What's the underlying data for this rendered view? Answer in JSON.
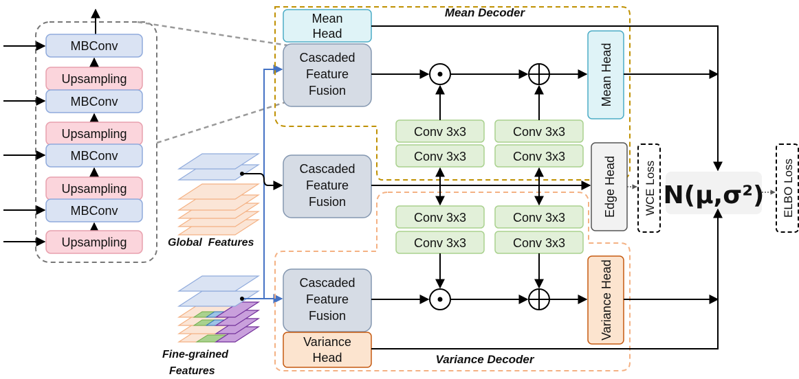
{
  "backbone": {
    "mbconv_label": "MBConv",
    "upsampling_label": "Upsampling"
  },
  "mean_decoder": {
    "title": "Mean Decoder",
    "mean_head_top": [
      "Mean",
      "Head"
    ],
    "mean_head_right": "Mean Head"
  },
  "variance_decoder": {
    "title": "Variance Decoder",
    "variance_head_bottom": [
      "Variance",
      "Head"
    ],
    "variance_head_right": "Variance Head"
  },
  "fusion_label": [
    "Cascaded",
    "Feature",
    "Fusion"
  ],
  "conv_label": "Conv 3x3",
  "edge_head": "Edge Head",
  "wce_loss": "WCE Loss",
  "elbo_loss": "ELBO Loss",
  "distribution": "N(μ,σ²)",
  "global_features": "Global  Features",
  "fine_grained_features": [
    "Fine-grained",
    "Features"
  ],
  "colors": {
    "mbconv_fill": "#dae3f3",
    "mbconv_stroke": "#8faadc",
    "upsampling_fill": "#fbd5dc",
    "upsampling_stroke": "#e8a0ad",
    "fusion_fill": "#d6dce5",
    "fusion_stroke": "#8497b0",
    "conv_fill": "#e2f0d9",
    "conv_stroke": "#a9d18e",
    "mean_head_fill": "#dff3f7",
    "mean_head_stroke": "#4bacc6",
    "variance_head_fill": "#fce4cf",
    "variance_head_stroke": "#c55a11",
    "mean_decoder_border": "#bf9000",
    "variance_decoder_border": "#f4b183",
    "edge_head_fill": "#f2f2f2"
  }
}
